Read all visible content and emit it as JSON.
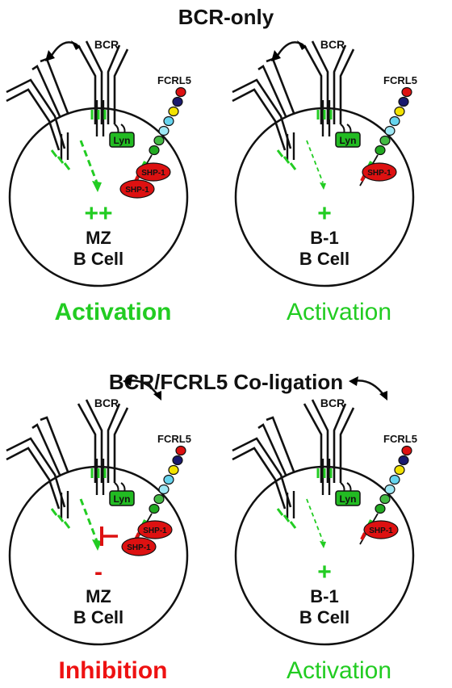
{
  "titles": {
    "top": "BCR-only",
    "bottom": "BCR/FCRL5 Co-ligation"
  },
  "labels": {
    "bcr": "BCR",
    "fcrl5": "FCRL5",
    "lyn": "Lyn",
    "shp1": "SHP-1",
    "b_cell": "B Cell"
  },
  "panels": [
    {
      "cell_type": "MZ",
      "symbol": "++",
      "outcome": "Activation",
      "outcome_color": "#22cc22",
      "outcome_bold": true
    },
    {
      "cell_type": "B-1",
      "symbol": "+",
      "outcome": "Activation",
      "outcome_color": "#22cc22",
      "outcome_bold": false
    },
    {
      "cell_type": "MZ",
      "symbol": "-",
      "outcome": "Inhibition",
      "outcome_color": "#ee1111",
      "outcome_bold": true
    },
    {
      "cell_type": "B-1",
      "symbol": "+",
      "outcome": "Activation",
      "outcome_color": "#22cc22",
      "outcome_bold": false
    }
  ],
  "colors": {
    "green": "#22cc22",
    "red": "#dd1111",
    "lyn_fill": "#22bb22",
    "fcrl5_domains": [
      "#dd1111",
      "#1a1a6e",
      "#f2e200",
      "#66d4ee",
      "#9ee8f5",
      "#44bb44",
      "#22aa22"
    ]
  }
}
